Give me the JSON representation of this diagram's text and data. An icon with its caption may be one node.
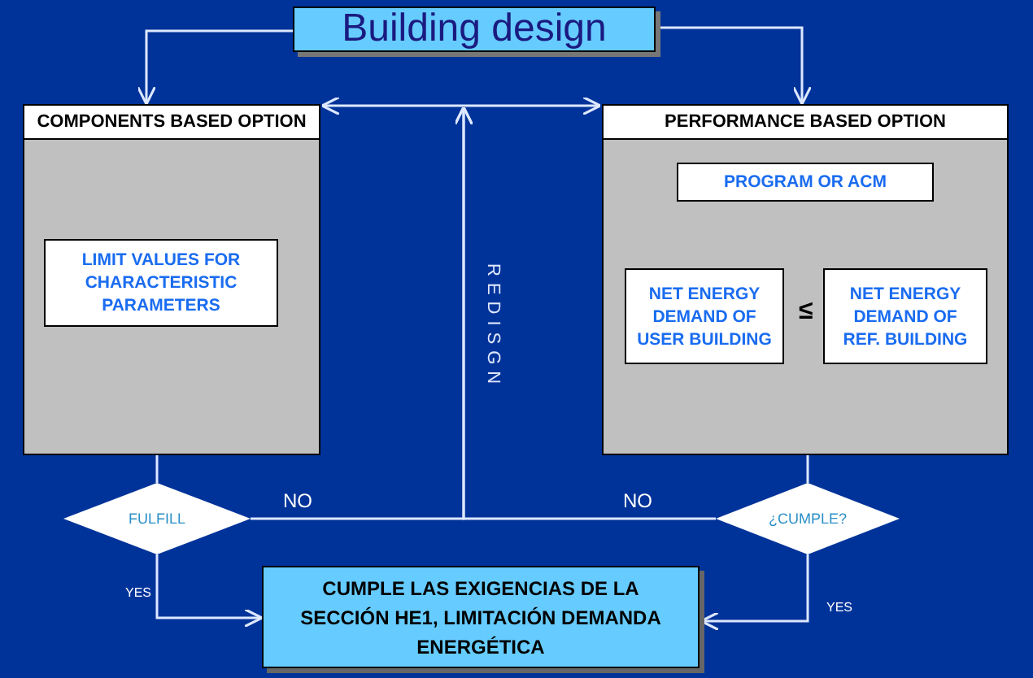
{
  "diagram": {
    "nodes": [
      {
        "text": [
          "Building design"
        ]
      },
      {
        "text": [
          "COMPONENTS BASED OPTION"
        ]
      },
      {
        "text": [
          "LIMIT VALUES FOR CHARACTERISTIC PARAMETERS"
        ],
        "in": 1
      },
      {
        "text": [
          "PERFORMANCE BASED OPTION"
        ]
      },
      {
        "text": [
          "PROGRAM OR ACM"
        ],
        "in": 3
      },
      {
        "text": [
          "NET ENERGY DEMAND OF USER BUILDING"
        ],
        "in": 3
      },
      {
        "text": [
          "NET ENERGY DEMAND OF REF. BUILDING"
        ],
        "in": 3
      },
      {
        "text": [
          "FULFILL"
        ]
      },
      {
        "text": [
          "¿CUMPLE?"
        ]
      },
      {
        "text": [
          "CUMPLE LAS EXIGENCIAS DE LA SECCIÓN HE1, LIMITACIÓN DEMANDA ENERGÉTICA"
        ]
      }
    ],
    "edges": [
      {
        "from": 0,
        "to": 1,
        "arrow": "to"
      },
      {
        "from": 0,
        "to": 3,
        "arrow": "to"
      },
      {
        "from": 1,
        "to": 3,
        "arrow": "both"
      },
      {
        "from": 1,
        "to": 7,
        "arrow": "none"
      },
      {
        "from": 3,
        "to": 8,
        "arrow": "none"
      },
      {
        "from": 7,
        "to": 9,
        "arrow": "to",
        "label": "YES"
      },
      {
        "from": 8,
        "to": 9,
        "arrow": "to",
        "label": "YES"
      },
      {
        "from": 7,
        "to": null,
        "arrow": "to",
        "label": "NO"
      },
      {
        "from": 8,
        "to": null,
        "arrow": "to",
        "label": "NO"
      }
    ],
    "labels": [
      "≤",
      "REDISGN"
    ]
  }
}
